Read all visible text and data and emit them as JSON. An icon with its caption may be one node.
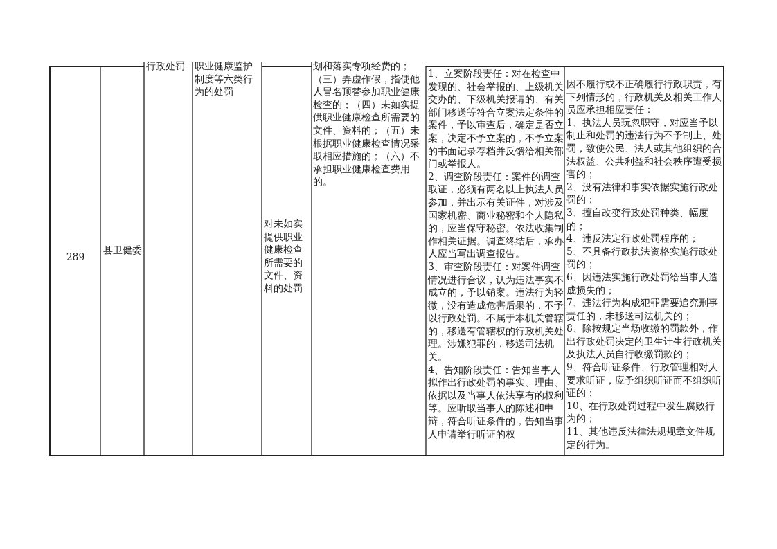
{
  "diagram": {
    "labels": [
      "行政处罚",
      "职业健康监护制度等六类行为的处罚",
      "289",
      "县卫健委",
      "对未如实提供职业健康检查所需要的文件、资料的处罚",
      "划和落实专项经费的；（三）弄虚作假，指使他人冒名顶替参加职业健康检查的；（四）未如实提供职业健康检查所需要的文件、资料的；（五）未根据职业健康检查情况采取相应措施的；（六）不承担职业健康检查费用的。",
      "1、立案阶段责任：对在检查中发现的、社会举报的、上级机关交办的、下级机关报请的、有关部门移送等符合立案法定条件的案件，予以审查后，确定是否立案，决定不予立案的，不予立案的书面记录存档并反馈给相关部门或举报人。",
      "2、调查阶段责任：案件的调查取证，必须有两名以上执法人员参加，并出示有关证件，对涉及国家机密、商业秘密和个人隐私的，应当保守秘密。依法收集制作相关证据。调查终结后，承办人应当写出调查报告。",
      "3、审查阶段责任：对案件调查情况进行合议，认为违法事实不成立的，予以销案。违法行为轻微，没有造成危害后果的，不予以行政处罚。不属于本机关管辖的，移送有管辖权的行政机关处理。涉嫌犯罪的，移送司法机关。",
      "4、告知阶段责任：告知当事人拟作出行政处罚的事实、理由、依据以及当事人依法享有的权利等。应听取当事人的陈述和申辩，符合听证条件的，告知当事人申请举行听证的权",
      "因不履行或不正确履行行政职责，有下列情形的，行政机关及相关工作人员应承担相应责任：",
      "1、执法人员玩忽职守，对应当予以制止和处罚的违法行为不予制止、处罚，致使公民、法人或其他组织的合法权益、公共利益和社会秩序遭受损害的；",
      "2、没有法律和事实依据实施行政处罚的；",
      "3、擅自改变行政处罚种类、幅度的；",
      "4、违反法定行政处罚程序的；",
      "5、不具备行政执法资格实施行政处罚的；",
      "6、因违法实施行政处罚给当事人造成损失的；",
      "7、违法行为构成犯罪需要追究刑事责任的，未移送司法机关的；",
      "8、除按规定当场收缴的罚款外，作出行政处罚决定的卫生计生行政机关及执法人员自行收缴罚款的；",
      "9、符合听证条件、行政管理相对人要求听证，应予组织听证而不组织听证的；",
      "10、在行政处罚过程中发生腐败行为的；",
      "11、其他违反法律法规规章文件规定的行为。"
    ]
  }
}
